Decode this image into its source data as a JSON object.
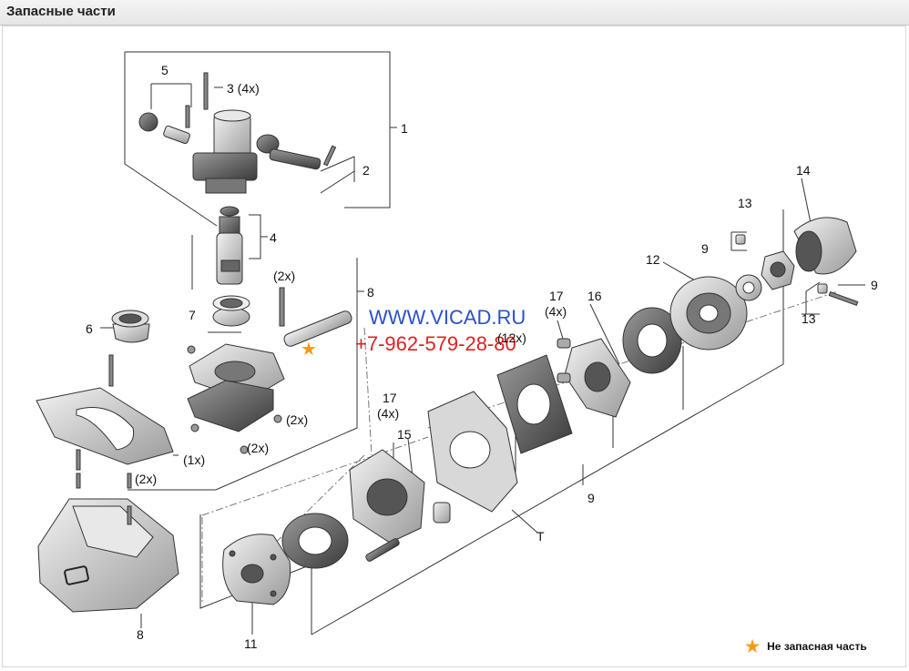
{
  "header": {
    "title": "Запасные части"
  },
  "watermark": {
    "site": "WWW.VICAD.RU",
    "phone": "+7-962-579-28-80"
  },
  "legend": {
    "star_icon": "star-icon",
    "text": "Не запасная часть",
    "star_color": "#f39a1b"
  },
  "colors": {
    "watermark_blue": "#2a52c9",
    "watermark_red": "#e02020",
    "line": "#333333"
  },
  "callouts": {
    "c1": "1",
    "c2": "2",
    "c3": "3 (4x)",
    "c4": "4",
    "c5": "5",
    "c6": "6",
    "c7": "7",
    "c8top": "8",
    "c8bottom": "8",
    "c9right": "9",
    "c9small": "9",
    "c9bottom": "9",
    "c11": "11",
    "c12": "12",
    "c13a": "13",
    "c13b": "13",
    "c14": "14",
    "c15": "15",
    "c16": "16",
    "c16qty": "(12x)",
    "c17a": "17",
    "c17aqty": "(4x)",
    "c17b": "17",
    "c17bqty": "(4x)",
    "cT": "T",
    "q2x_a": "(2x)",
    "q2x_b": "(2x)",
    "q2x_c": "(2x)",
    "q2x_d": "(2x)",
    "q1x": "(1x)"
  }
}
